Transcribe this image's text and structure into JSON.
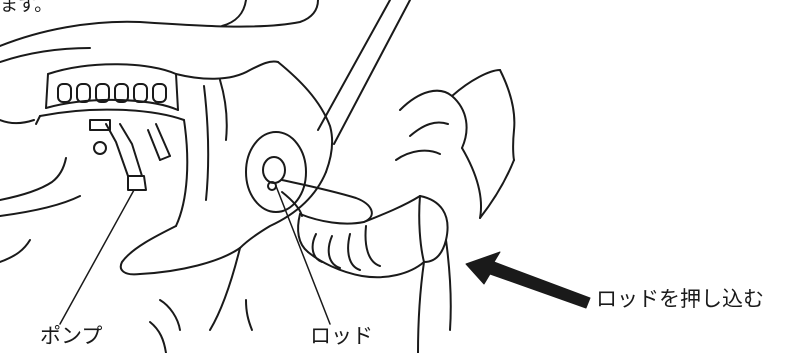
{
  "figure": {
    "top_fragment": "ます。",
    "labels": {
      "pump": "ポンプ",
      "rod": "ロッド",
      "push_rod": "ロッドを押し込む"
    },
    "colors": {
      "line": "#1a1a1a",
      "background": "#ffffff"
    }
  }
}
